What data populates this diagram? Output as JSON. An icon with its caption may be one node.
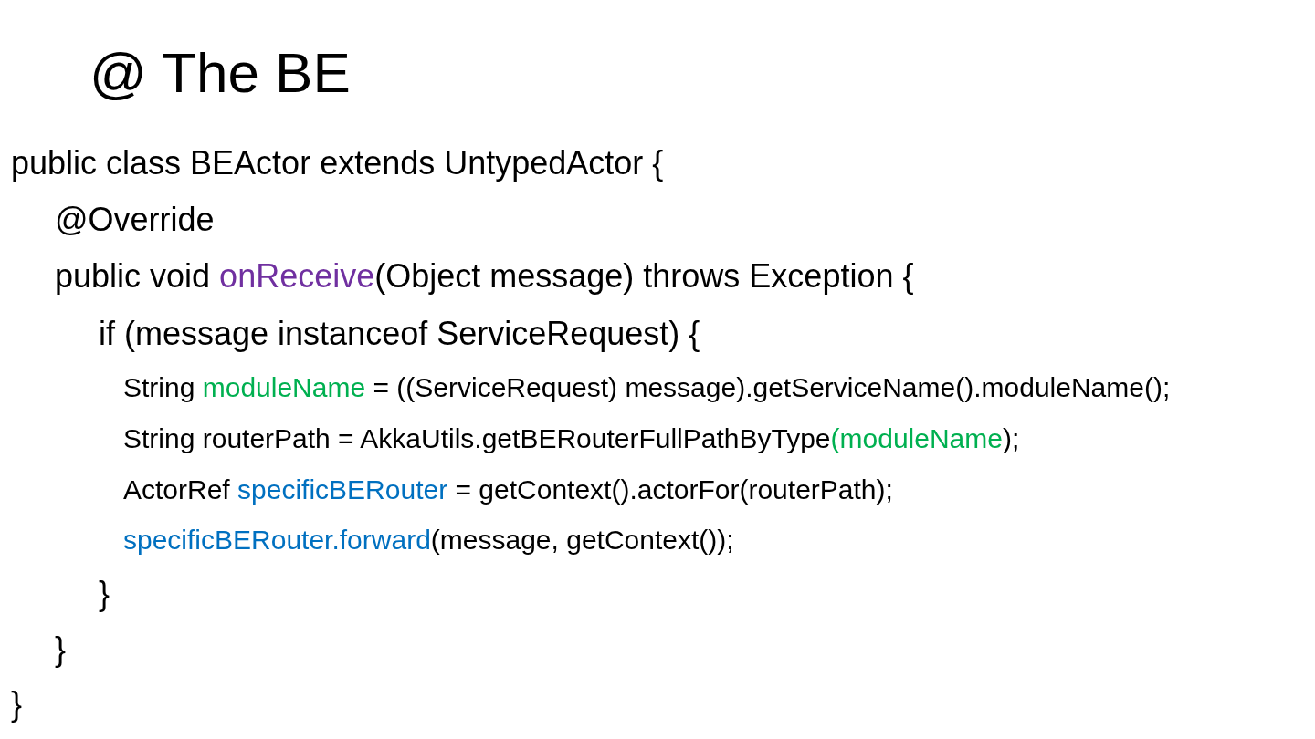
{
  "diagram": {
    "title": "@ The BE",
    "labels": [
      "public class BEActor extends UntypedActor {",
      "@Override",
      "public void **onReceive**(Object message) throws Exception {",
      "if (message instanceof ServiceRequest) {",
      "String **moduleName** = ((ServiceRequest) message).getServiceName().moduleName();",
      "String routerPath = AkkaUtils.getBERouterFullPathByType**(moduleName**);",
      "ActorRef **specificBERouter** = getContext().actorFor(routerPath);",
      "**specificBERouter.forward**(message, getContext());",
      "}",
      "}",
      "}"
    ]
  }
}
